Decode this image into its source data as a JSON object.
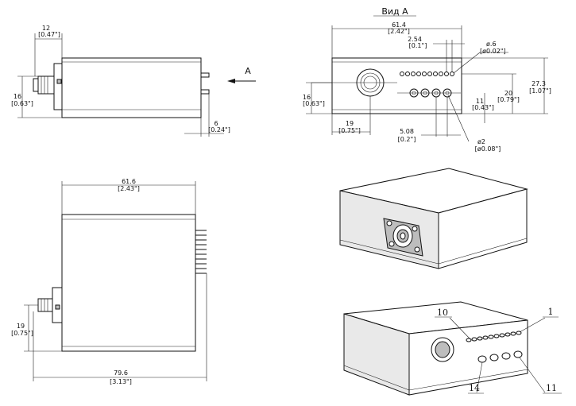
{
  "view_label": "Вид А",
  "arrow_label": "A",
  "dims": {
    "side_top": "12",
    "side_top_in": "[0.47\"]",
    "side_left": "16",
    "side_left_in": "[0.63\"]",
    "side_right": "6",
    "side_right_in": "[0.24\"]",
    "front_width": "61.4",
    "front_width_in": "[2.42\"]",
    "pitch": "2.54",
    "pitch_in": "[0.1\"]",
    "pin_dia": "ø.6",
    "pin_dia_in": "[ø0.02\"]",
    "front_height": "27.3",
    "front_height_in": "[1.07\"]",
    "front_h20": "20",
    "front_h20_in": "[0.79\"]",
    "front_h11": "11",
    "front_h11_in": "[0.43\"]",
    "front_left": "16",
    "front_left_in": "[0.63\"]",
    "front_x19": "19",
    "front_x19_in": "[0.75\"]",
    "front_x508": "5.08",
    "front_x508_in": "[0.2\"]",
    "post_dia": "ø2",
    "post_dia_in": "[ø0.08\"]",
    "top_width": "61.6",
    "top_width_in": "[2.43\"]",
    "top_side": "19",
    "top_side_in": "[0.75\"]",
    "top_total": "79.6",
    "top_total_in": "[3.13\"]"
  },
  "callouts": [
    "10",
    "1",
    "14",
    "11"
  ]
}
